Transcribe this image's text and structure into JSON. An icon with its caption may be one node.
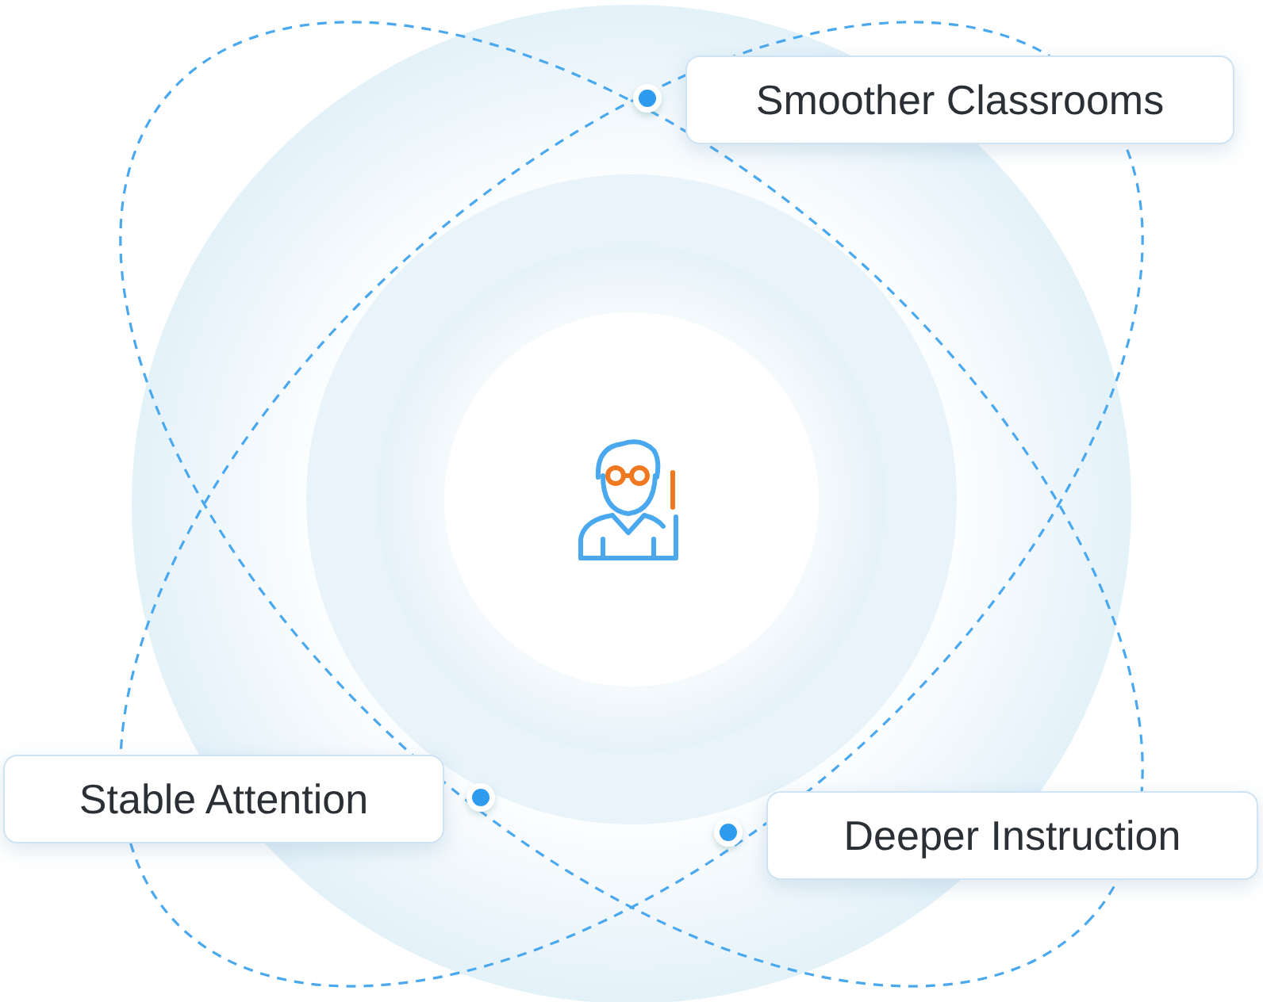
{
  "diagram": {
    "nodes": [
      {
        "text": [
          "Smoother Classrooms"
        ]
      },
      {
        "text": [
          "Stable Attention"
        ]
      },
      {
        "text": [
          "Deeper Instruction"
        ]
      }
    ]
  }
}
